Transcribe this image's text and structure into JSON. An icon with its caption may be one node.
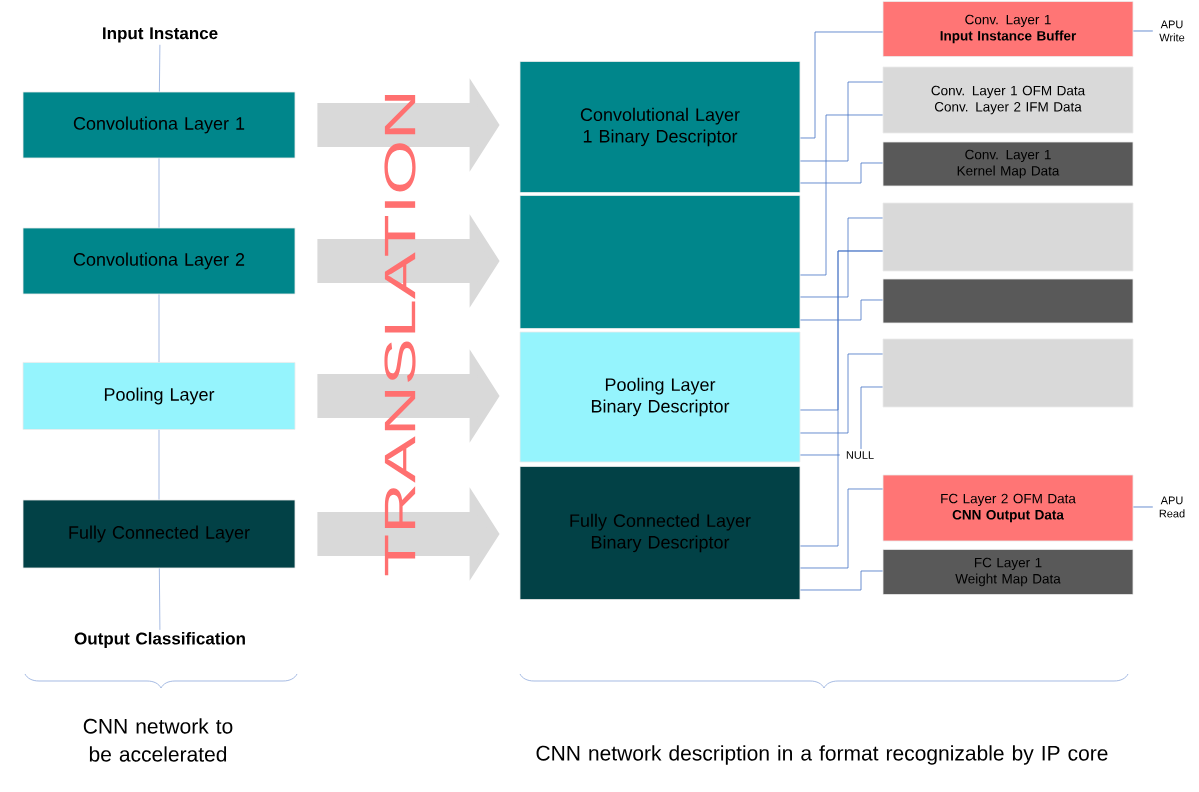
{
  "diagram": {
    "nodes": [
      {
        "text": [
          "Input Instance"
        ]
      },
      {
        "text": [
          "Convolutiona Layer 1"
        ]
      },
      {
        "text": [
          "Convolutiona Layer 2"
        ]
      },
      {
        "text": [
          "Pooling Layer"
        ]
      },
      {
        "text": [
          "Fully Connected Layer"
        ]
      },
      {
        "text": [
          "Output Classification"
        ]
      },
      {
        "text": [
          "Convolutional Layer 1 Binary Descriptor"
        ]
      },
      {
        "text": [],
        "shape": "box"
      },
      {
        "text": [
          "Pooling Layer Binary Descriptor"
        ]
      },
      {
        "text": [
          "Fully Connected Layer Binary Descriptor"
        ]
      },
      {
        "text": [
          "Conv. Layer 1",
          "Input Instance Buffer"
        ]
      },
      {
        "text": [
          "Conv. Layer 1 OFM Data",
          "Conv. Layer 2 IFM Data"
        ]
      },
      {
        "text": [
          "Conv. Layer 1 Kernel Map Data"
        ]
      },
      {
        "text": [],
        "shape": "box"
      },
      {
        "text": [],
        "shape": "box"
      },
      {
        "text": [],
        "shape": "box"
      },
      {
        "text": [
          "FC Layer 2 OFM Data",
          "CNN Output Data"
        ]
      },
      {
        "text": [
          "FC Layer 1 Weight Map Data"
        ]
      },
      {
        "text": [
          "APU Write"
        ]
      },
      {
        "text": [
          "APU Read"
        ]
      },
      {
        "text": [
          "NULL"
        ]
      }
    ],
    "edges": [
      {
        "from": 0,
        "to": 1,
        "arrow": "none",
        "color": "#8faadc"
      },
      {
        "from": 1,
        "to": 2,
        "arrow": "none",
        "color": "#8faadc"
      },
      {
        "from": 2,
        "to": 3,
        "arrow": "none",
        "color": "#8faadc"
      },
      {
        "from": 3,
        "to": 4,
        "arrow": "none",
        "color": "#8faadc"
      },
      {
        "from": 4,
        "to": 5,
        "arrow": "none",
        "color": "#8faadc"
      },
      {
        "from": 1,
        "to": 6,
        "arrow": "to",
        "style": "thick",
        "color": "#d9d9d9"
      },
      {
        "from": 2,
        "to": 7,
        "arrow": "to",
        "style": "thick",
        "color": "#d9d9d9"
      },
      {
        "from": 3,
        "to": 8,
        "arrow": "to",
        "style": "thick",
        "color": "#d9d9d9"
      },
      {
        "from": 4,
        "to": 9,
        "arrow": "to",
        "style": "thick",
        "color": "#d9d9d9"
      },
      {
        "from": 6,
        "to": 10,
        "arrow": "none"
      },
      {
        "from": 6,
        "to": 11,
        "arrow": "none"
      },
      {
        "from": 6,
        "to": 12,
        "arrow": "none"
      },
      {
        "from": 7,
        "to": 11,
        "arrow": "none"
      },
      {
        "from": 7,
        "to": 13,
        "arrow": "none"
      },
      {
        "from": 7,
        "to": 14,
        "arrow": "none"
      },
      {
        "from": 8,
        "to": 13,
        "arrow": "none"
      },
      {
        "from": 8,
        "to": 15,
        "arrow": "none"
      },
      {
        "from": 8,
        "to": 20,
        "arrow": "none"
      },
      {
        "from": 9,
        "to": 13,
        "arrow": "none"
      },
      {
        "from": 9,
        "to": 16,
        "arrow": "none"
      },
      {
        "from": 9,
        "to": 17,
        "arrow": "none"
      },
      {
        "from": 15,
        "to": 20,
        "arrow": "none"
      },
      {
        "from": 10,
        "to": 18,
        "arrow": "none"
      },
      {
        "from": 16,
        "to": 19,
        "arrow": "none"
      }
    ],
    "labels": [
      "TRANSLATION",
      "CNN network to be accelerated",
      "CNN network description in a format recognizable by IP core"
    ]
  }
}
